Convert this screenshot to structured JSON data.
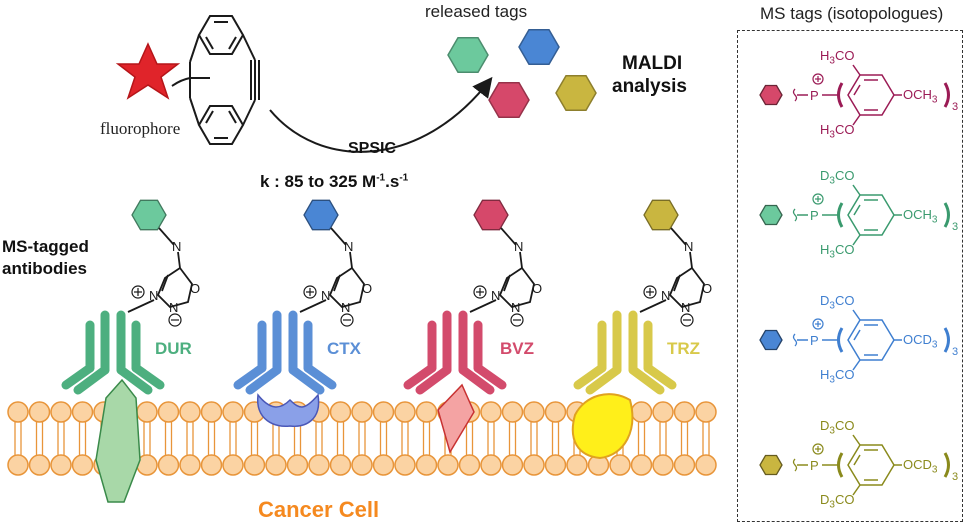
{
  "top": {
    "released_tags_label": "released tags",
    "maldi_line1": "MALDI",
    "maldi_line2": "analysis",
    "fluorophore_label": "fluorophore",
    "reaction_label": "SPSIC",
    "rate_prefix": "k : 85 to 325 M",
    "rate_exp1": "-1",
    "rate_mid": ".s",
    "rate_exp2": "-1"
  },
  "left": {
    "ms_tagged_line1": "MS-tagged",
    "ms_tagged_line2": "antibodies"
  },
  "antibodies": [
    {
      "name": "DUR",
      "color": "#4daf7f",
      "tag_color": "#6cc99d"
    },
    {
      "name": "CTX",
      "color": "#5b8fd6",
      "tag_color": "#4a86d4"
    },
    {
      "name": "BVZ",
      "color": "#d34b6c",
      "tag_color": "#d6486a"
    },
    {
      "name": "TRZ",
      "color": "#d8c94a",
      "tag_color": "#c9b640"
    }
  ],
  "cell_label": "Cancer Cell",
  "panel": {
    "title": "MS tags (isotopologues)",
    "tags": [
      {
        "color": "#9b1b55",
        "hex_color": "#d6486a",
        "top": "H",
        "top_sub": "3",
        "top_suffix": "CO",
        "right": "OCH",
        "right_sub": "3",
        "bottom": "H",
        "bottom_sub": "3",
        "bottom_suffix": "CO",
        "outer_sub": "3"
      },
      {
        "color": "#3a9a6e",
        "hex_color": "#6cc99d",
        "top": "D",
        "top_sub": "3",
        "top_suffix": "CO",
        "right": "OCH",
        "right_sub": "3",
        "bottom": "H",
        "bottom_sub": "3",
        "bottom_suffix": "CO",
        "outer_sub": "3"
      },
      {
        "color": "#3f7fd0",
        "hex_color": "#4a86d4",
        "top": "D",
        "top_sub": "3",
        "top_suffix": "CO",
        "right": "OCD",
        "right_sub": "3",
        "bottom": "H",
        "bottom_sub": "3",
        "bottom_suffix": "CO",
        "outer_sub": "3"
      },
      {
        "color": "#8a8a1c",
        "hex_color": "#c9b640",
        "top": "D",
        "top_sub": "3",
        "top_suffix": "CO",
        "right": "OCD",
        "right_sub": "3",
        "bottom": "D",
        "bottom_sub": "3",
        "bottom_suffix": "CO",
        "outer_sub": "3"
      }
    ]
  },
  "colors": {
    "membrane_fill": "#fbd3a3",
    "membrane_stroke": "#e8953a",
    "cell_label": "#f5891f",
    "star": "#e0242a",
    "molecule": "#1a1a1a"
  }
}
